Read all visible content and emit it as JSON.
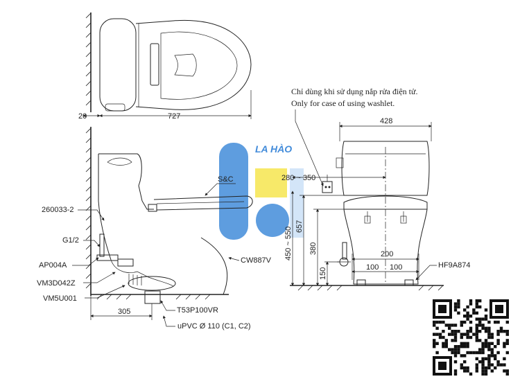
{
  "watermark": {
    "text": "LA HÀO",
    "colors": {
      "blue": "#2e7fd6",
      "yellow": "#f5e23c",
      "light_blue": "#9ec6ef"
    }
  },
  "note": {
    "line1": "Chỉ dùng khi sử dụng nắp rửa điện tử.",
    "line2": "Only for case of using washlet."
  },
  "top_view": {
    "dim_wall": "20",
    "dim_length": "727"
  },
  "side_view": {
    "parts": {
      "p260033": "260033-2",
      "g12": "G1/2",
      "ap004a": "AP004A",
      "vm3d": "VM3D042Z",
      "vm5u": "VM5U001",
      "sc": "S&C",
      "cw": "CW887V",
      "t53": "T53P100VR",
      "upvc": "uPVC Ø 110 (C1, C2)"
    },
    "dim_rough": "305"
  },
  "front_view": {
    "dim_width": "428",
    "dim_outlet_range": "280 ~ 350",
    "dim_outlet_height": "450 ~ 550",
    "dim_height": "657",
    "dim_seat": "380",
    "dim_supply": "150",
    "dim_base": "200",
    "dim_half_left": "100",
    "dim_half_right": "100",
    "part_hf": "HF9A874"
  },
  "qr": {
    "icon": "qr-code-icon"
  }
}
